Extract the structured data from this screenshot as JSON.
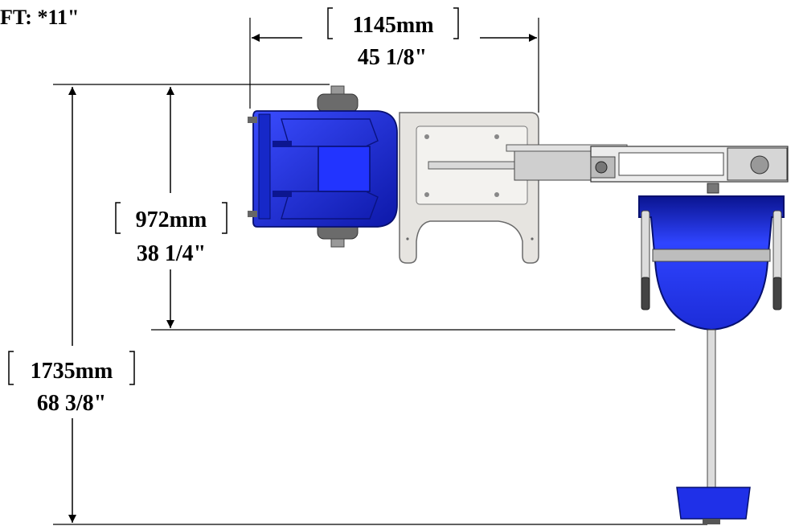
{
  "header_note": "FT: *11\"",
  "dimensions": {
    "width": {
      "metric": "1145mm",
      "imperial": "45 1/8\""
    },
    "inner_height": {
      "metric": "972mm",
      "imperial": "38 1/4\""
    },
    "overall_height": {
      "metric": "1735mm",
      "imperial": "68 3/8\""
    }
  },
  "colors": {
    "seat_blue": "#1f2fe0",
    "seat_dark": "#0b1590",
    "frame_grey": "#e4e2de",
    "line": "#000000"
  }
}
